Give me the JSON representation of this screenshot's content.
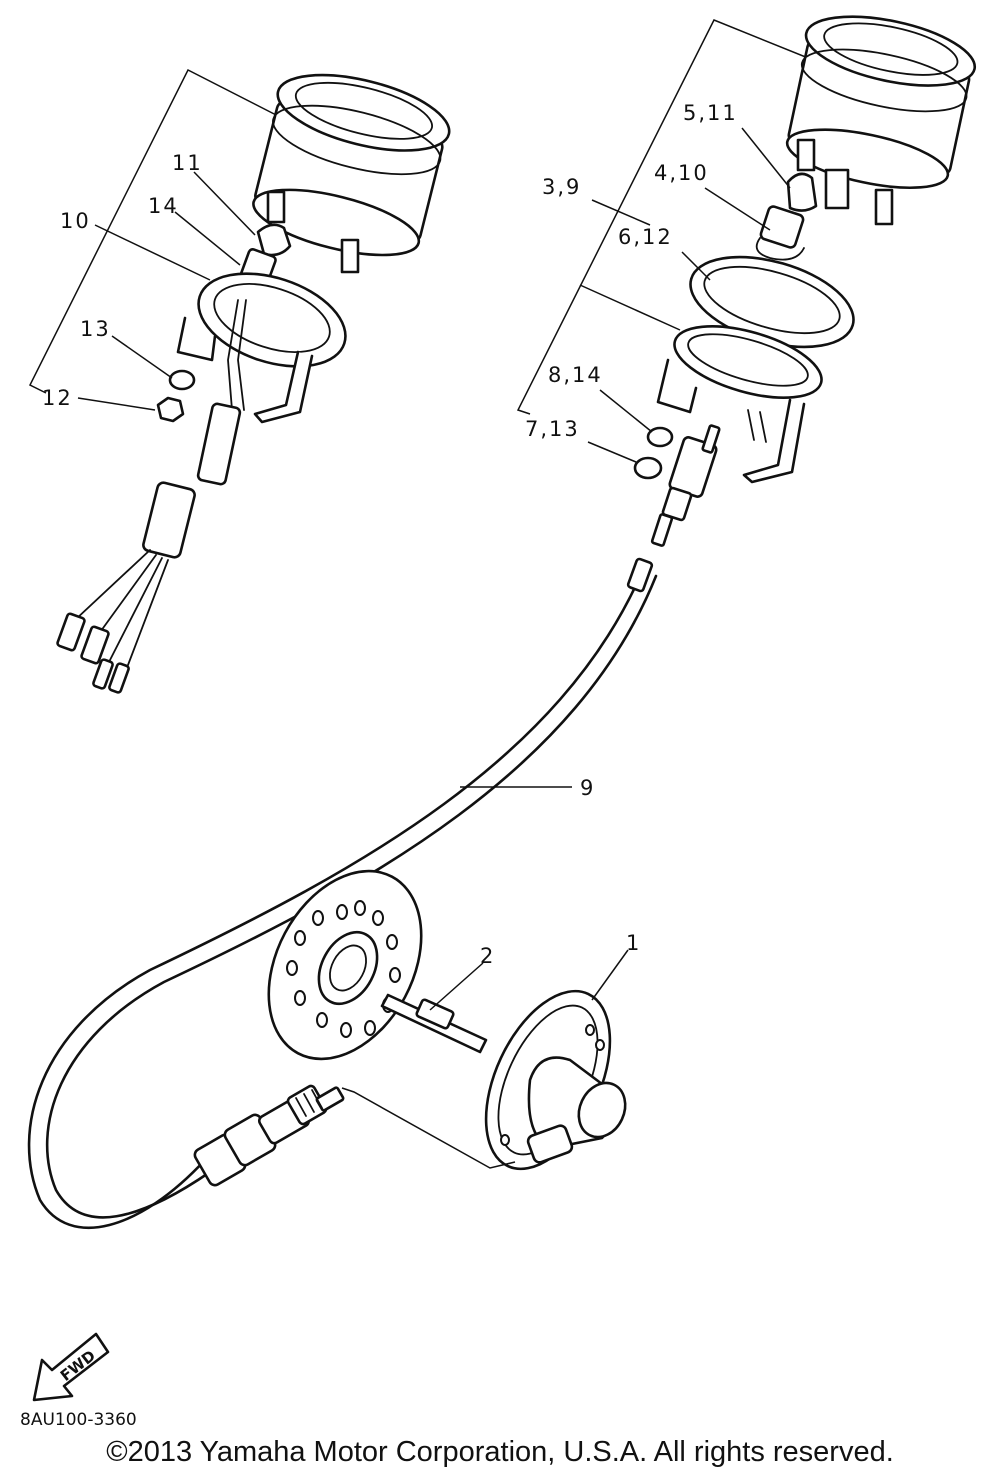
{
  "diagram": {
    "callouts": [
      "11",
      "14",
      "10",
      "13",
      "12",
      "5,11",
      "4,10",
      "3,9",
      "6,12",
      "8,14",
      "7,13",
      "9",
      "2",
      "1"
    ],
    "fwd_label": "FWD",
    "part_number": "8AU100-3360",
    "copyright": "©2013 Yamaha Motor Corporation, U.S.A. All rights reserved."
  }
}
